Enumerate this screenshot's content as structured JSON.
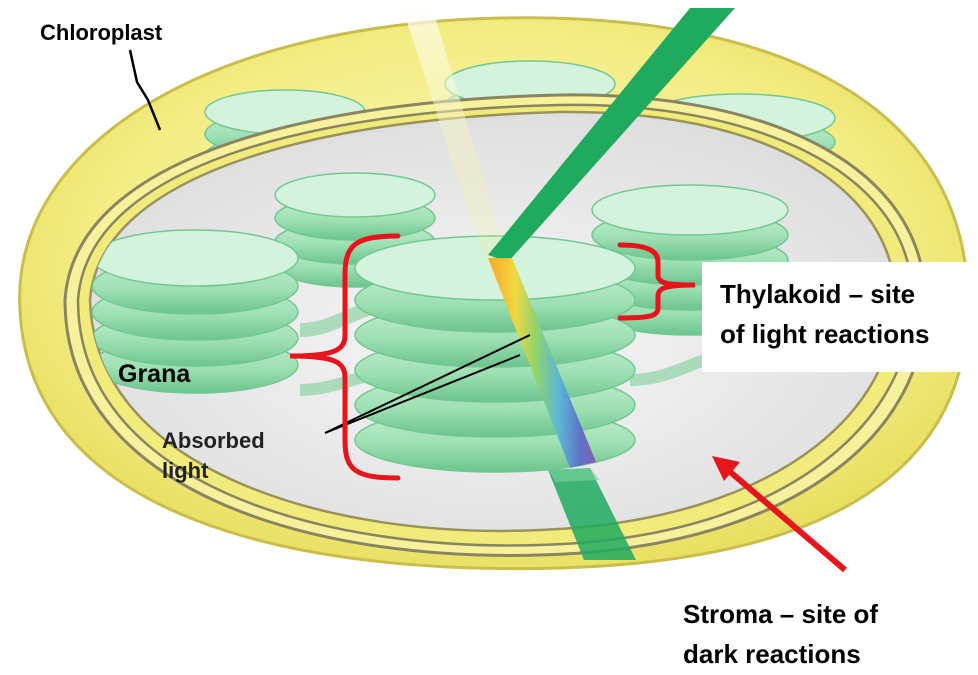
{
  "labels": {
    "chloroplast": "Chloroplast",
    "grana": "Grana",
    "absorbed_line1": "Absorbed",
    "absorbed_line2": "light",
    "thylakoid_line1": "Thylakoid – site",
    "thylakoid_line2": "of light reactions",
    "stroma_line1": "Stroma – site of",
    "stroma_line2": "dark reactions"
  },
  "colors": {
    "envelope_yellow": "#f2ec7a",
    "envelope_stroke": "#b9b04a",
    "stroma_fill": "#eeeeee",
    "disc_green": "#8fd9a8",
    "disc_edge": "#5cb87c",
    "light_beam": "#1faa5f",
    "annotation_red": "#e8141b"
  }
}
